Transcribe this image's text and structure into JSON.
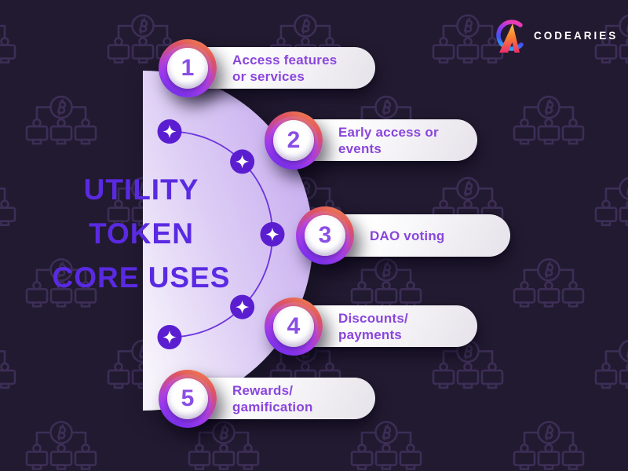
{
  "brand": {
    "name": "CODEARIES",
    "logo_icon": "codearies-ring-a-logo"
  },
  "title": {
    "lines": [
      "UTILITY",
      "TOKEN",
      "CORE USES"
    ]
  },
  "items": [
    {
      "number": "1",
      "line1": "Access features",
      "line2": "or services"
    },
    {
      "number": "2",
      "line1": "Early access or",
      "line2": "events"
    },
    {
      "number": "3",
      "line1": "DAO voting",
      "line2": ""
    },
    {
      "number": "4",
      "line1": "Discounts/",
      "line2": "payments"
    },
    {
      "number": "5",
      "line1": "Rewards/",
      "line2": "gamification"
    }
  ],
  "background": {
    "motif": "bitcoin-network-icon",
    "color": "#221a30",
    "pattern_stroke": "#3c2e56"
  },
  "colors": {
    "title_text": "#5a2ae2",
    "pill_text": "#8a46dd",
    "badge_number": "#8a4ee4",
    "badge_gradient_start": "#f0854d",
    "badge_gradient_end": "#6f2ceb",
    "dome_gradient_start": "#c9aef0",
    "dome_gradient_end": "#f6f3fb",
    "arc_line": "#6b33dd",
    "sparkle_node": "#5a1ed0",
    "brand_text": "#ffffff"
  }
}
